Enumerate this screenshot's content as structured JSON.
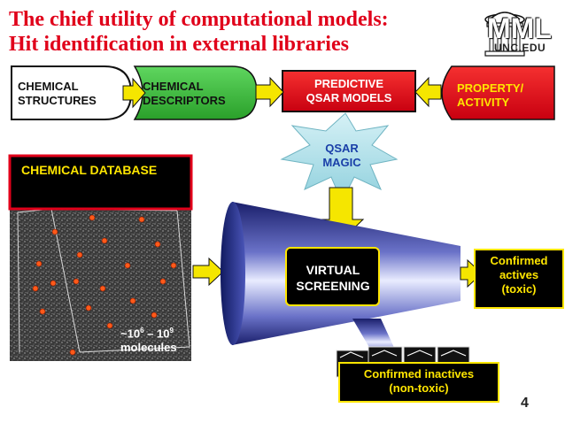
{
  "title": {
    "line1": "The chief utility of computational models:",
    "line2": "Hit identification in external libraries"
  },
  "logo": {
    "text": "MML",
    "sub": "UNC.EDU",
    "icon": "old-well-icon"
  },
  "flow": {
    "structures": [
      "CHEMICAL",
      "STRUCTURES"
    ],
    "descriptors": [
      "CHEMICAL",
      "DESCRIPTORS"
    ],
    "models": [
      "PREDICTIVE",
      "QSAR MODELS"
    ],
    "property": [
      "PROPERTY/",
      "ACTIVITY"
    ]
  },
  "magic": [
    "QSAR",
    "MAGIC"
  ],
  "database": {
    "title": "CHEMICAL DATABASE",
    "count_prefix": "~10",
    "count_exp1": "6",
    "count_dash": " – 10",
    "count_exp2": "9",
    "count_unit": "molecules"
  },
  "screening": [
    "VIRTUAL",
    "SCREENING"
  ],
  "actives": [
    "Confirmed",
    "actives",
    "(toxic)"
  ],
  "inactives": [
    "Confirmed inactives",
    "(non-toxic)"
  ],
  "page_number": "4",
  "colors": {
    "title_red": "#e0001a",
    "descriptor_green": "#3dbb3d",
    "arrow_yellow": "#f5e600",
    "property_red": "#e8101a",
    "label_yellow": "#ffe600"
  }
}
